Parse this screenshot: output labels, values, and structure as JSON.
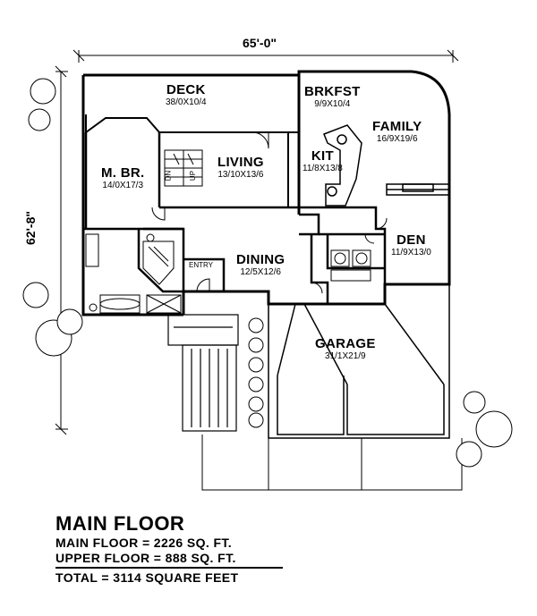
{
  "plan": {
    "overall_width": "65'-0\"",
    "overall_depth": "62'-8\""
  },
  "rooms": {
    "deck": {
      "name": "DECK",
      "dims": "38/0X10/4"
    },
    "brkfst": {
      "name": "BRKFST",
      "dims": "9/9X10/4"
    },
    "family": {
      "name": "FAMILY",
      "dims": "16/9X19/6"
    },
    "kit": {
      "name": "KIT",
      "dims": "11/8X13/8"
    },
    "mbr": {
      "name": "M. BR.",
      "dims": "14/0X17/3"
    },
    "living": {
      "name": "LIVING",
      "dims": "13/10X13/6"
    },
    "den": {
      "name": "DEN",
      "dims": "11/9X13/0"
    },
    "dining": {
      "name": "DINING",
      "dims": "12/5X12/6"
    },
    "entry": {
      "name": "ENTRY"
    },
    "garage": {
      "name": "GARAGE",
      "dims": "31/1X21/9"
    }
  },
  "stair_marks": {
    "dn": "DN",
    "up": "UP"
  },
  "title": {
    "heading": "MAIN FLOOR",
    "main_floor": "MAIN FLOOR = 2226 SQ. FT.",
    "upper_floor": "UPPER FLOOR = 888 SQ. FT.",
    "total": "TOTAL = 3114 SQUARE FEET"
  }
}
